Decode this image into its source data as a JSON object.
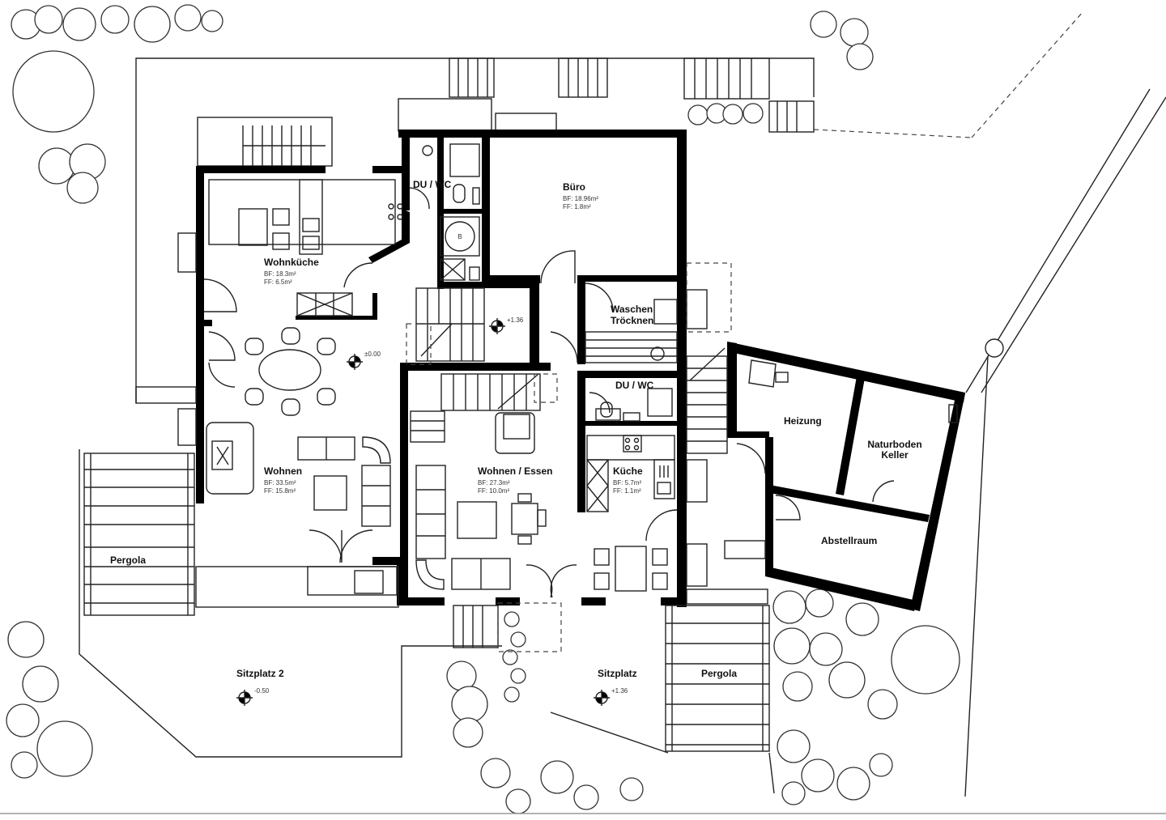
{
  "rooms": {
    "wohnkueche": {
      "name": "Wohnküche",
      "bf": "BF: 18.3m²",
      "ff": "FF:  6.5m²"
    },
    "du_wc_1": {
      "name": "DU / WC"
    },
    "buero": {
      "name": "Büro",
      "bf": "BF: 18.96m²",
      "ff": "FF:     1.8m²"
    },
    "waschen": {
      "name": "Waschen",
      "name2": "Tröcknen"
    },
    "wohnen": {
      "name": "Wohnen",
      "bf": "BF: 33.5m²",
      "ff": "FF: 15.8m²"
    },
    "wohnen_essen": {
      "name": "Wohnen / Essen",
      "bf": "BF: 27.3m²",
      "ff": "FF: 10.0m²"
    },
    "du_wc_2": {
      "name": "DU / WC"
    },
    "kueche": {
      "name": "Küche",
      "bf": "BF: 5.7m²",
      "ff": "FF: 1.1m²"
    },
    "heizung": {
      "name": "Heizung"
    },
    "naturboden": {
      "name": "Naturboden",
      "name2": "Keller"
    },
    "abstellraum": {
      "name": "Abstellraum"
    },
    "pergola_left": {
      "name": "Pergola"
    },
    "pergola_right": {
      "name": "Pergola"
    },
    "sitzplatz2": {
      "name": "Sitzplatz 2"
    },
    "sitzplatz": {
      "name": "Sitzplatz"
    }
  },
  "levels": {
    "stair": "+1.36",
    "living": "±0.00",
    "sitzplatz2": "-0.50",
    "sitzplatz": "+1.36"
  },
  "fixtures": {
    "boiler": "B"
  }
}
